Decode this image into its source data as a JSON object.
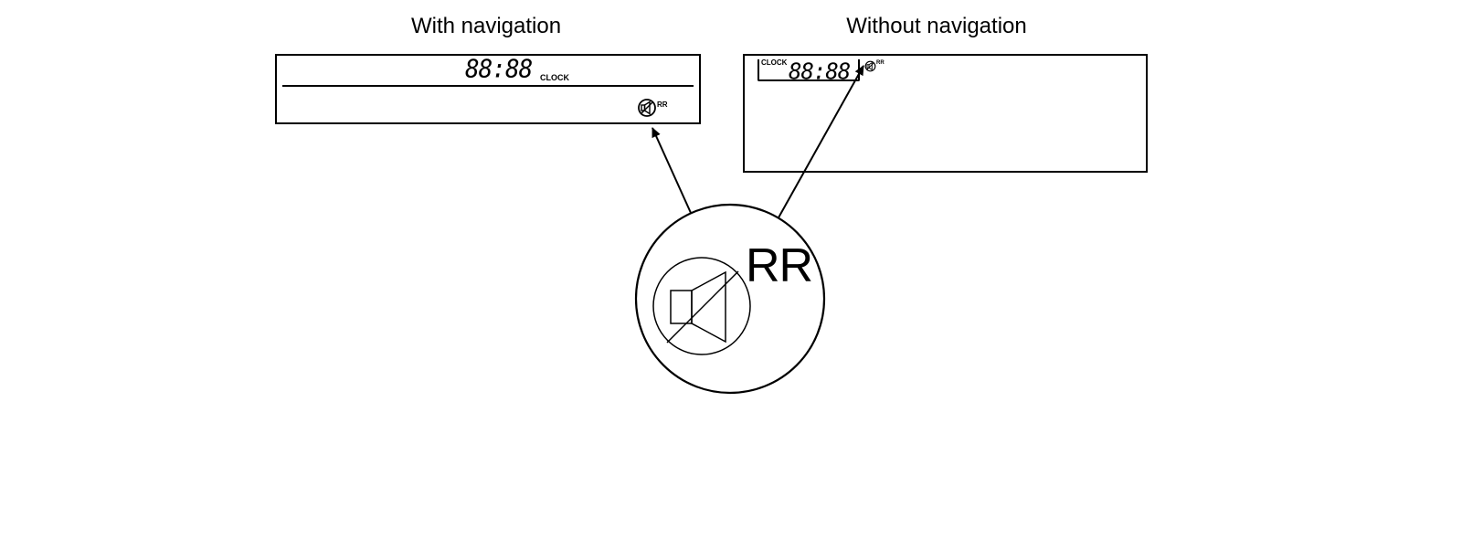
{
  "titles": {
    "with_navigation": "With navigation",
    "without_navigation": "Without navigation"
  },
  "display_with_navigation": {
    "clock_digits": "88:88",
    "clock_label": "CLOCK",
    "indicator_label": "RR",
    "indicator_icon": "speaker-mute-icon"
  },
  "display_without_navigation": {
    "clock_label": "CLOCK",
    "clock_digits": "88:88",
    "indicator_label": "RR",
    "indicator_icon": "speaker-mute-icon"
  },
  "zoom_detail": {
    "indicator_label": "RR",
    "indicator_icon": "speaker-mute-icon"
  }
}
